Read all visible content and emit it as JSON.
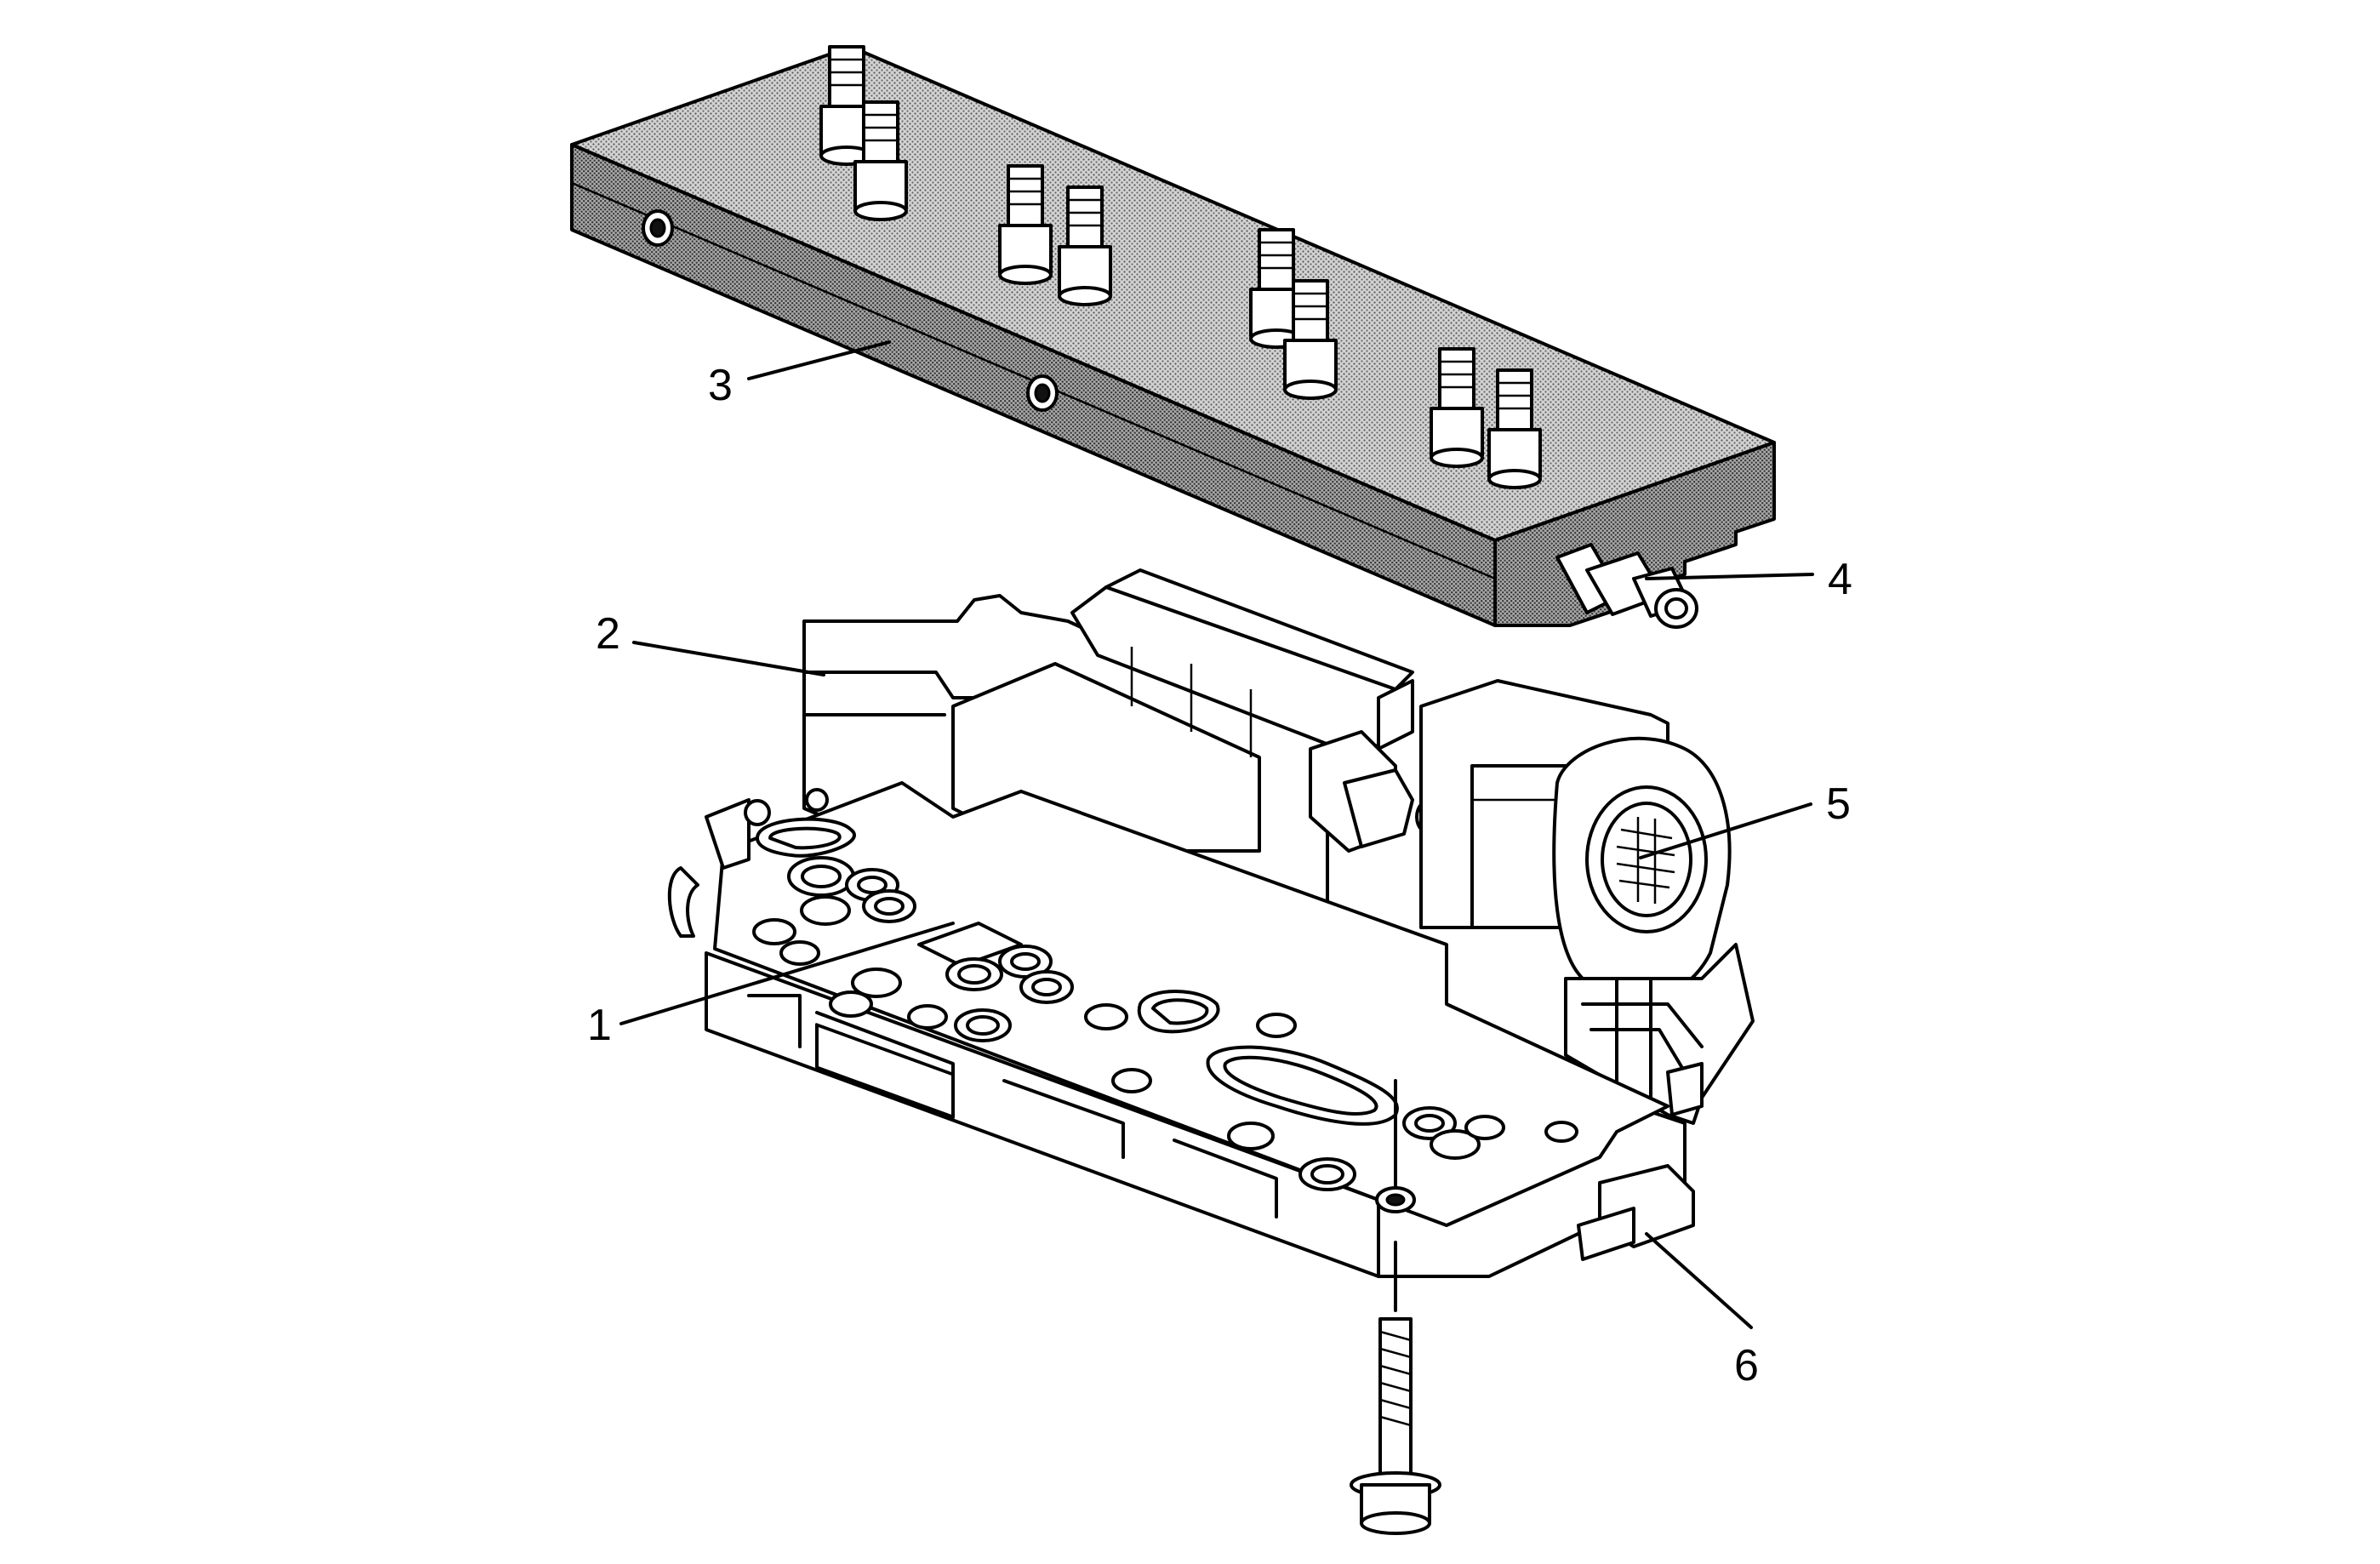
{
  "diagram": {
    "callouts": [
      {
        "id": "1",
        "label": "1"
      },
      {
        "id": "2",
        "label": "2"
      },
      {
        "id": "3",
        "label": "3"
      },
      {
        "id": "4",
        "label": "4"
      },
      {
        "id": "5",
        "label": "5"
      },
      {
        "id": "6",
        "label": "6"
      }
    ]
  },
  "colors": {
    "line": "#000000",
    "background": "#ffffff",
    "shading": "#8a8a8a"
  }
}
